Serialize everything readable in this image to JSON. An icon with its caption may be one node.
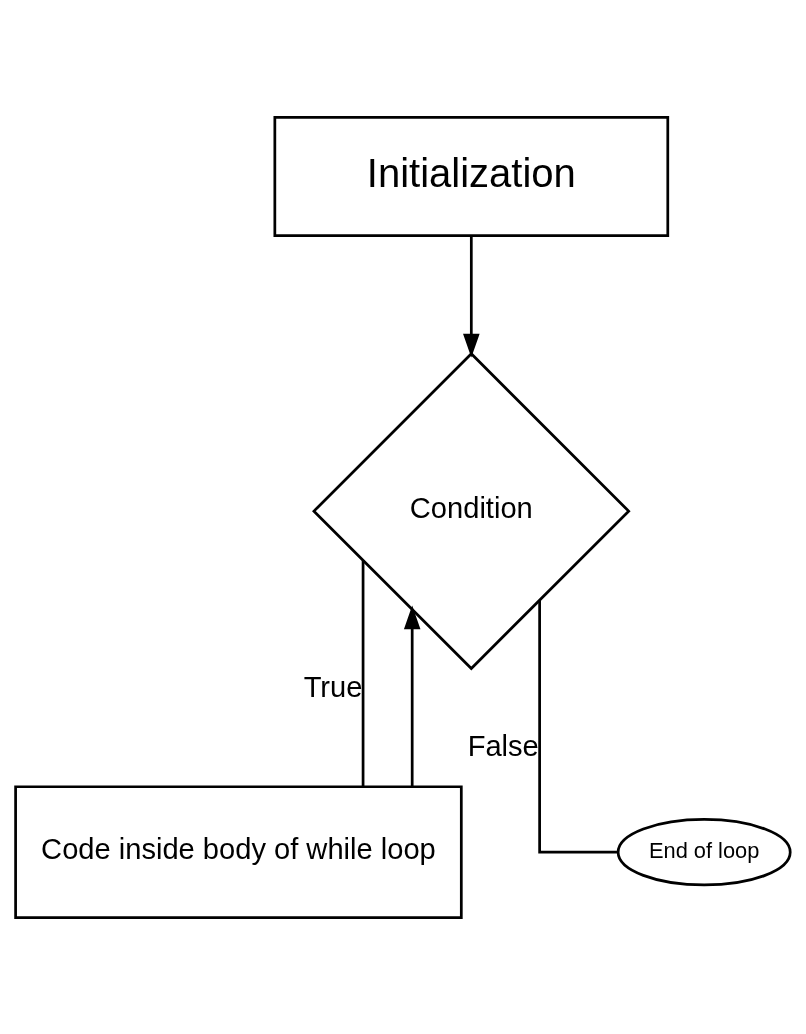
{
  "diagram": {
    "nodes": [
      {
        "text": [
          "Initialization"
        ]
      },
      {
        "text": [
          "Condition"
        ]
      },
      {
        "text": [
          "Code inside body of while loop"
        ]
      },
      {
        "text": [
          "End of loop"
        ]
      }
    ],
    "edges": [
      {
        "from": 0,
        "to": 1,
        "arrow": "to"
      },
      {
        "from": 1,
        "to": 3,
        "arrow": "none",
        "label": "False"
      },
      {
        "from": 1,
        "to": 2,
        "arrow": "none",
        "label": "True"
      },
      {
        "from": 2,
        "to": 1,
        "arrow": "to"
      }
    ]
  }
}
